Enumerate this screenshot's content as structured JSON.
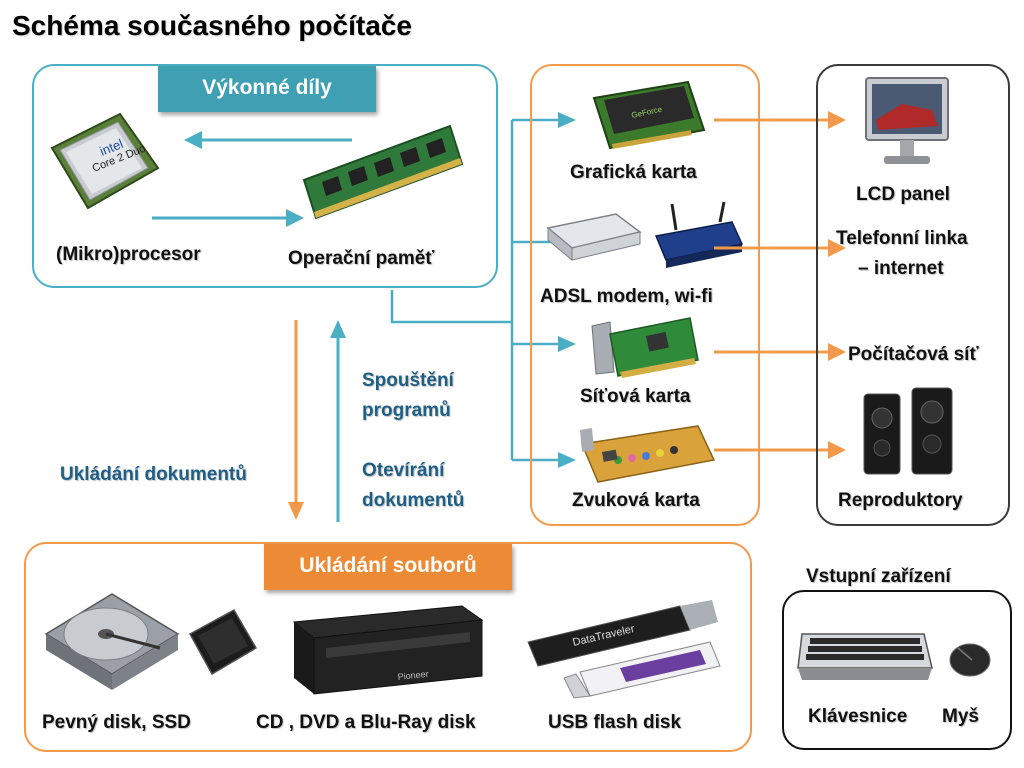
{
  "title": "Schéma současného počítače",
  "colors": {
    "teal": "#4aaec4",
    "orange": "#f29a4a",
    "dark": "#3a3a3a"
  },
  "performance": {
    "header": "Výkonné díly",
    "cpu_label": "(Mikro)procesor",
    "ram_label": "Operační  paměť",
    "cpu_chip_text": "intel Core 2 Duo"
  },
  "expansion": {
    "graphics": "Grafická karta",
    "modem": "ADSL modem, wi-fi",
    "network": "Síťová karta",
    "sound": "Zvuková karta"
  },
  "outputs": {
    "lcd": "LCD panel",
    "phone_line": "Telefonní linka",
    "internet": "– internet",
    "net": "Počítačová síť",
    "speakers": "Reproduktory"
  },
  "flow": {
    "launch_1": "Spouštění",
    "launch_2": "programů",
    "open_1": "Otevírání",
    "open_2": "dokumentů",
    "save_docs": "Ukládání dokumentů"
  },
  "storage": {
    "header": "Ukládání souborů",
    "hdd": "Pevný disk, SSD",
    "optical": "CD , DVD a Blu-Ray disk",
    "usb": "USB flash disk",
    "usb_brand": "DataTraveler"
  },
  "input": {
    "header": "Vstupní zařízení",
    "keyboard": "Klávesnice",
    "mouse": "Myš"
  }
}
